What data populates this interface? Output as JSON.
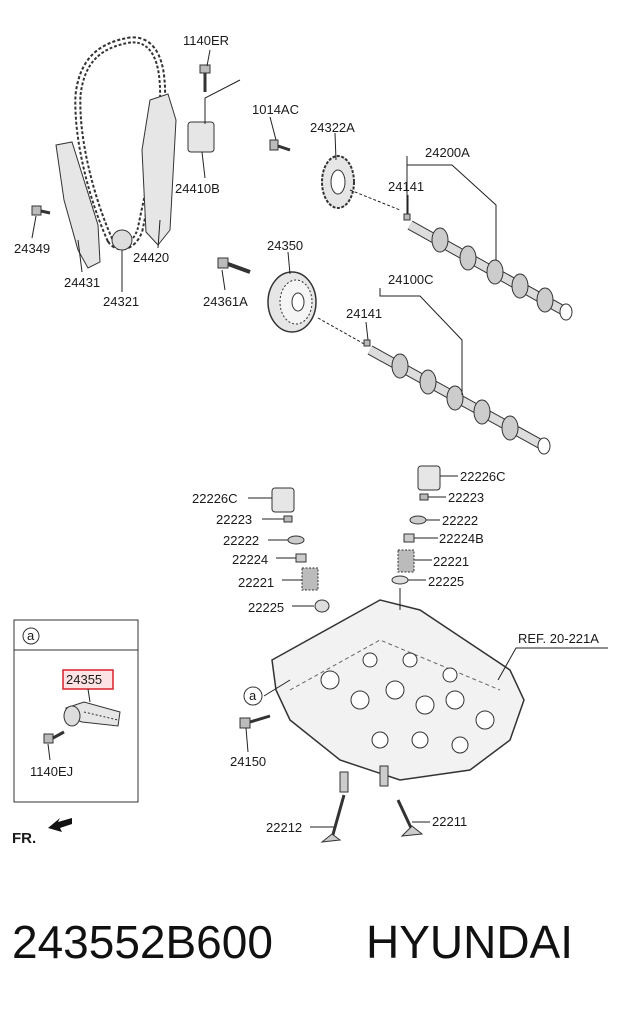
{
  "labels": {
    "l_1140ER": "1140ER",
    "l_1014AC": "1014AC",
    "l_24322A": "24322A",
    "l_24200A": "24200A",
    "l_24141a": "24141",
    "l_24410B": "24410B",
    "l_24349": "24349",
    "l_24420": "24420",
    "l_24431": "24431",
    "l_24321": "24321",
    "l_24350": "24350",
    "l_24100C": "24100C",
    "l_24361A": "24361A",
    "l_24141b": "24141",
    "l_22226C_r": "22226C",
    "l_22223_r": "22223",
    "l_22226C_l": "22226C",
    "l_22223_l": "22223",
    "l_22222_r": "22222",
    "l_22224B": "22224B",
    "l_22222_l": "22222",
    "l_22221_r": "22221",
    "l_22224": "22224",
    "l_22225_r": "22225",
    "l_22221_l": "22221",
    "l_22225_l": "22225",
    "l_ref": "REF. 20-221A",
    "l_a_box": "a",
    "l_24355": "24355",
    "l_1140EJ": "1140EJ",
    "l_a_circle": "a",
    "l_24150": "24150",
    "l_22212": "22212",
    "l_22211": "22211",
    "l_fr": "FR."
  },
  "footer": {
    "part_number": "243552B600",
    "brand": "HYUNDAI"
  },
  "colors": {
    "line": "#222222",
    "highlight_box": "#d8202a",
    "highlight_fill": "#fde3e3",
    "part_fill": "#e6e6e6"
  }
}
